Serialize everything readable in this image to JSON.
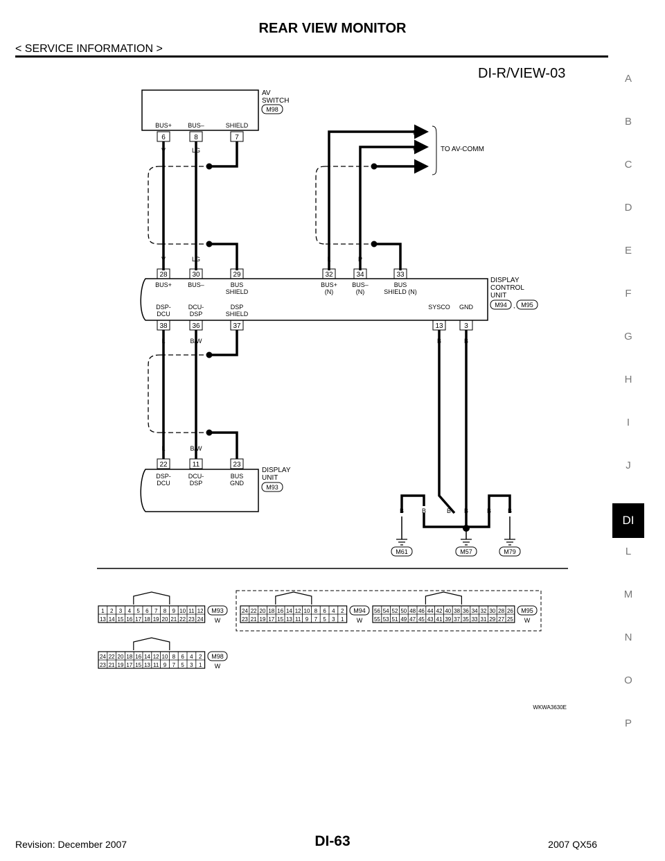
{
  "header": {
    "title": "REAR VIEW MONITOR",
    "subtitle": "< SERVICE INFORMATION >"
  },
  "side_tabs": [
    "A",
    "B",
    "C",
    "D",
    "E",
    "F",
    "G",
    "H",
    "I",
    "J",
    "DI",
    "L",
    "M",
    "N",
    "O",
    "P"
  ],
  "active_tab": "DI",
  "footer": {
    "revision": "Revision: December 2007",
    "page": "DI-63",
    "model": "2007 QX56"
  },
  "diagram": {
    "code": "DI-R/VIEW-03",
    "image_id": "WKWA3630E",
    "av_switch": {
      "name_l1": "AV",
      "name_l2": "SWITCH",
      "connector": "M98",
      "pins": [
        {
          "label": "BUS+",
          "num": "6"
        },
        {
          "label": "BUS–",
          "num": "8"
        },
        {
          "label": "SHIELD",
          "num": "7"
        }
      ]
    },
    "wire_colors": {
      "v": "V",
      "lg": "LG",
      "l": "L",
      "p": "P",
      "bw": "B/W",
      "b": "B"
    },
    "to_av_comm": "TO AV-COMM",
    "dcu": {
      "name_l1": "DISPLAY",
      "name_l2": "CONTROL",
      "name_l3": "UNIT",
      "connector1": "M94",
      "sep": ",",
      "connector2": "M95",
      "top_pins": [
        {
          "num": "28",
          "l1": "BUS+",
          "l2": ""
        },
        {
          "num": "30",
          "l1": "BUS–",
          "l2": ""
        },
        {
          "num": "29",
          "l1": "BUS",
          "l2": "SHIELD"
        },
        {
          "num": "32",
          "l1": "BUS+",
          "l2": "(N)"
        },
        {
          "num": "34",
          "l1": "BUS–",
          "l2": "(N)"
        },
        {
          "num": "33",
          "l1": "BUS",
          "l2": "SHIELD (N)"
        }
      ],
      "bottom_pins": [
        {
          "num": "38",
          "l1": "DSP-",
          "l2": "DCU"
        },
        {
          "num": "36",
          "l1": "DCU-",
          "l2": "DSP"
        },
        {
          "num": "37",
          "l1": "DSP",
          "l2": "SHIELD"
        },
        {
          "num": "13",
          "l1": "SYSCO",
          "l2": ""
        },
        {
          "num": "3",
          "l1": "GND",
          "l2": ""
        }
      ]
    },
    "display_unit": {
      "name_l1": "DISPLAY",
      "name_l2": "UNIT",
      "connector": "M93",
      "pins": [
        {
          "num": "22",
          "l1": "DSP-",
          "l2": "DCU"
        },
        {
          "num": "11",
          "l1": "DCU-",
          "l2": "DSP"
        },
        {
          "num": "23",
          "l1": "BUS",
          "l2": "GND"
        }
      ]
    },
    "grounds": [
      "M61",
      "M57",
      "M79"
    ],
    "connectors": {
      "m93": {
        "id": "M93",
        "color": "W",
        "row1": [
          "1",
          "2",
          "3",
          "4",
          "5",
          "6",
          "7",
          "8",
          "9",
          "10",
          "11",
          "12"
        ],
        "row2": [
          "13",
          "14",
          "15",
          "16",
          "17",
          "18",
          "19",
          "20",
          "21",
          "22",
          "23",
          "24"
        ]
      },
      "m94": {
        "id": "M94",
        "color": "W",
        "row1": [
          "24",
          "22",
          "20",
          "18",
          "16",
          "14",
          "12",
          "10",
          "8",
          "6",
          "4",
          "2"
        ],
        "row2": [
          "23",
          "21",
          "19",
          "17",
          "15",
          "13",
          "11",
          "9",
          "7",
          "5",
          "3",
          "1"
        ]
      },
      "m95": {
        "id": "M95",
        "color": "W",
        "row1": [
          "56",
          "54",
          "52",
          "50",
          "48",
          "46",
          "44",
          "42",
          "40",
          "38",
          "36",
          "34",
          "32",
          "30",
          "28",
          "26"
        ],
        "row2": [
          "55",
          "53",
          "51",
          "49",
          "47",
          "45",
          "43",
          "41",
          "39",
          "37",
          "35",
          "33",
          "31",
          "29",
          "27",
          "25"
        ]
      },
      "m98": {
        "id": "M98",
        "color": "W",
        "row1": [
          "24",
          "22",
          "20",
          "18",
          "16",
          "14",
          "12",
          "10",
          "8",
          "6",
          "4",
          "2"
        ],
        "row2": [
          "23",
          "21",
          "19",
          "17",
          "15",
          "13",
          "11",
          "9",
          "7",
          "5",
          "3",
          "1"
        ]
      }
    }
  }
}
